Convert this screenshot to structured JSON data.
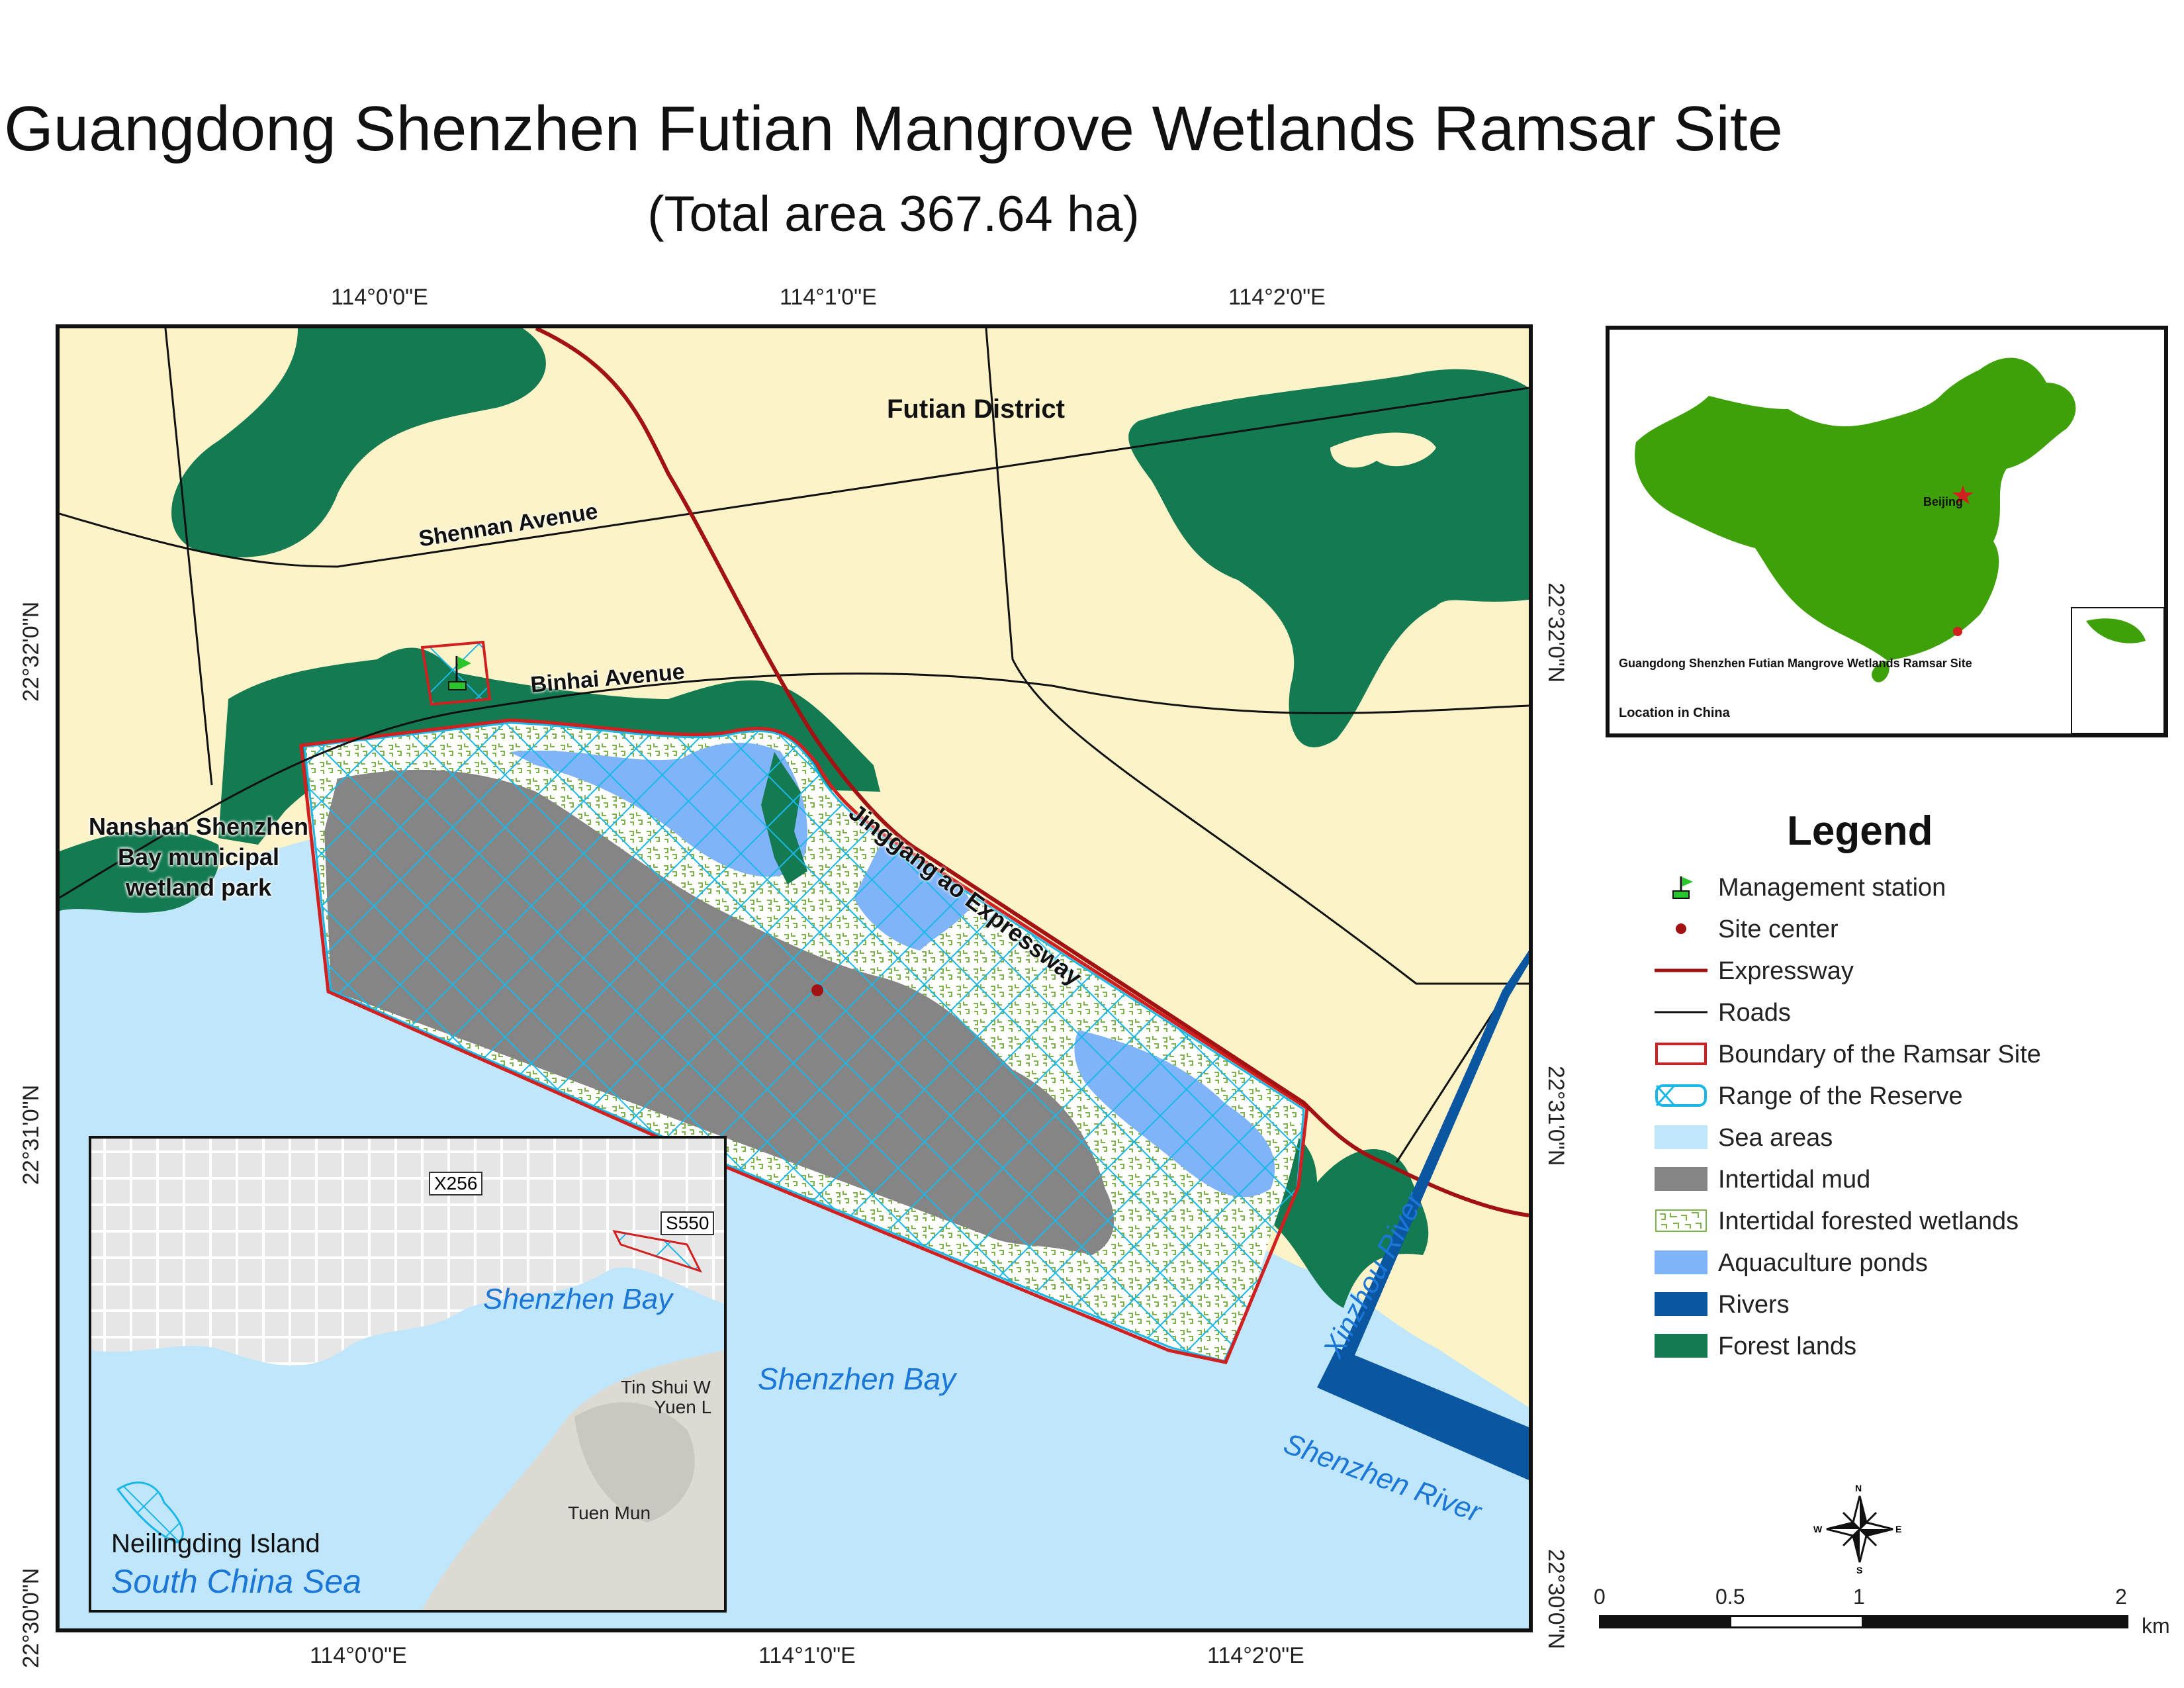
{
  "title": "Guangdong Shenzhen Futian Mangrove Wetlands Ramsar Site",
  "subtitle": "(Total area 367.64 ha)",
  "graticule": {
    "top_lon": [
      "114°0'0\"E",
      "114°1'0\"E",
      "114°2'0\"E"
    ],
    "bottom_lon": [
      "114°0'0\"E",
      "114°1'0\"E",
      "114°2'0\"E"
    ],
    "left_lat": [
      "22°32'0\"N",
      "22°31'0\"N",
      "22°30'0\"N"
    ],
    "right_lat": [
      "22°32'0\"N",
      "22°31'0\"N",
      "22°30'0\"N"
    ]
  },
  "map_labels": {
    "district": "Futian District",
    "shennan": "Shennan Avenue",
    "binhai": "Binhai Avenue",
    "expressway": "Jinggang'ao Expressway",
    "park": [
      "Nanshan Shenzhen",
      "Bay municipal",
      "wetland park"
    ],
    "bay": "Shenzhen Bay",
    "xinzhou": "Xinzhou River",
    "shenzhen_river": "Shenzhen River"
  },
  "detail_inset": {
    "road1": "X256",
    "road2": "S550",
    "bay": "Shenzhen Bay",
    "place1": "Tin Shui W",
    "place2": "Yuen L",
    "place3": "Tuen Mun",
    "island": "Neilingding Island",
    "sea": "South China Sea"
  },
  "location_inset": {
    "capital": "Beijing",
    "site": "Guangdong Shenzhen Futian Mangrove Wetlands Ramsar Site",
    "caption": "Location in China"
  },
  "legend": {
    "title": "Legend",
    "items": [
      {
        "label": "Management station",
        "icon": "flag-icon"
      },
      {
        "label": "Site center",
        "icon": "dot-icon"
      },
      {
        "label": "Expressway",
        "icon": "red-line"
      },
      {
        "label": "Roads",
        "icon": "black-line"
      },
      {
        "label": "Boundary of the Ramsar Site",
        "icon": "red-outline-box"
      },
      {
        "label": "Range of the Reserve",
        "icon": "cyan-hatch-box"
      },
      {
        "label": "Sea areas",
        "icon": "fill",
        "color": "#bfe6fb"
      },
      {
        "label": "Intertidal mud",
        "icon": "fill",
        "color": "#858585"
      },
      {
        "label": "Intertidal forested wetlands",
        "icon": "pattern",
        "color": "#7db34a"
      },
      {
        "label": "Aquaculture ponds",
        "icon": "fill",
        "color": "#7fb4f8"
      },
      {
        "label": "Rivers",
        "icon": "fill",
        "color": "#0b56a0"
      },
      {
        "label": "Forest lands",
        "icon": "fill",
        "color": "#147a52"
      }
    ]
  },
  "north_arrow": {
    "n": "N",
    "s": "S",
    "e": "E",
    "w": "W"
  },
  "scale_bar": {
    "ticks": [
      "0",
      "0.5",
      "1",
      "2"
    ],
    "unit": "km"
  },
  "colors": {
    "land": "#fcf3c8",
    "sea": "#bfe6fb",
    "forest": "#147a52",
    "mud": "#858585",
    "aquaculture": "#7fb4f8",
    "river": "#0b56a0",
    "expressway": "#a31212",
    "china": "#3fa10a"
  }
}
